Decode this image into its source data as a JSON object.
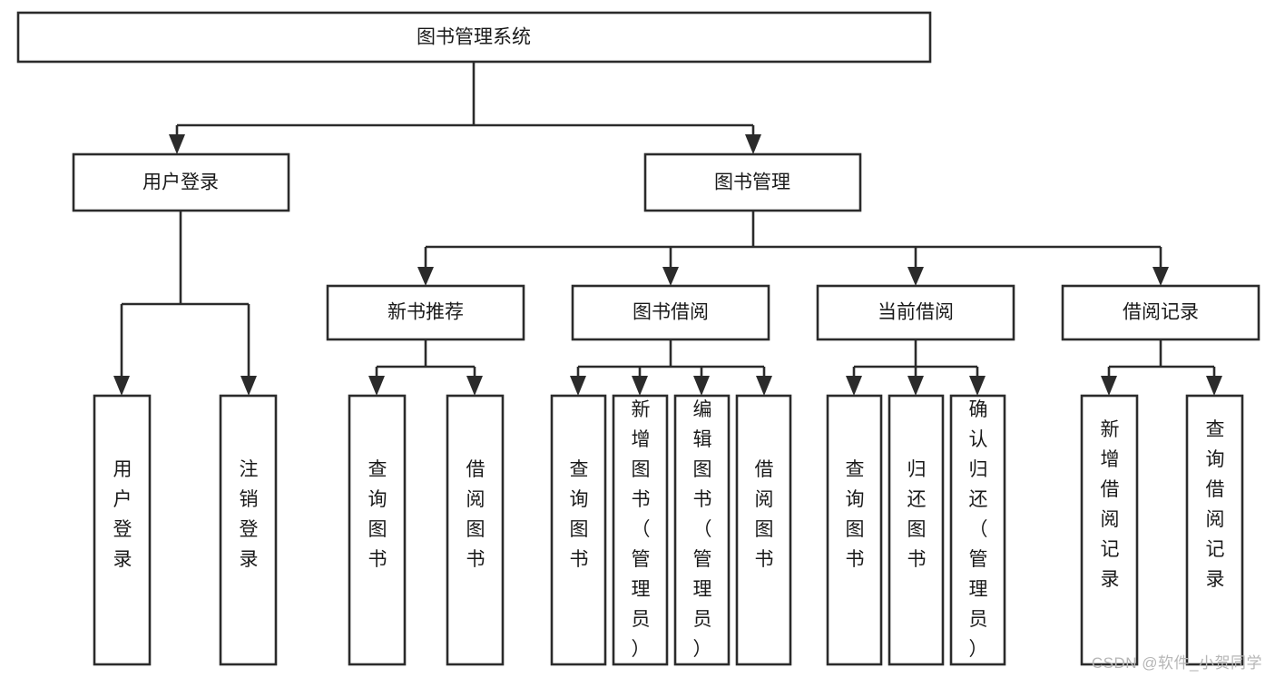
{
  "diagram": {
    "type": "tree-hierarchy-flowchart",
    "title": "图书管理系统",
    "watermark": "CSDN @软件_小贺同学",
    "colors": {
      "background": "#ffffff",
      "box_fill": "#ffffff",
      "box_stroke": "#2b2b2b",
      "text": "#1a1a1a",
      "watermark": "#b6b6b6"
    },
    "levels": [
      {
        "level": 1,
        "nodes": [
          {
            "id": "root",
            "label": "图书管理系统",
            "orientation": "horizontal"
          }
        ]
      },
      {
        "level": 2,
        "nodes": [
          {
            "id": "login",
            "label": "用户登录",
            "orientation": "horizontal",
            "parent": "root"
          },
          {
            "id": "bookmgmt",
            "label": "图书管理",
            "orientation": "horizontal",
            "parent": "root"
          }
        ]
      },
      {
        "level": 3,
        "nodes": [
          {
            "id": "newbook",
            "label": "新书推荐",
            "orientation": "horizontal",
            "parent": "bookmgmt"
          },
          {
            "id": "borrow",
            "label": "图书借阅",
            "orientation": "horizontal",
            "parent": "bookmgmt"
          },
          {
            "id": "current",
            "label": "当前借阅",
            "orientation": "horizontal",
            "parent": "bookmgmt"
          },
          {
            "id": "records",
            "label": "借阅记录",
            "orientation": "horizontal",
            "parent": "bookmgmt"
          }
        ]
      },
      {
        "level": 4,
        "nodes": [
          {
            "id": "leaf-1",
            "label": "用户登录",
            "orientation": "vertical",
            "parent": "login"
          },
          {
            "id": "leaf-2",
            "label": "注销登录",
            "orientation": "vertical",
            "parent": "login"
          },
          {
            "id": "leaf-3",
            "label": "查询图书",
            "orientation": "vertical",
            "parent": "newbook"
          },
          {
            "id": "leaf-4",
            "label": "借阅图书",
            "orientation": "vertical",
            "parent": "newbook"
          },
          {
            "id": "leaf-5",
            "label": "查询图书",
            "orientation": "vertical",
            "parent": "borrow"
          },
          {
            "id": "leaf-6",
            "label": "新增图书（管理员）",
            "orientation": "vertical",
            "parent": "borrow"
          },
          {
            "id": "leaf-7",
            "label": "编辑图书（管理员）",
            "orientation": "vertical",
            "parent": "borrow"
          },
          {
            "id": "leaf-8",
            "label": "借阅图书",
            "orientation": "vertical",
            "parent": "borrow"
          },
          {
            "id": "leaf-9",
            "label": "查询图书",
            "orientation": "vertical",
            "parent": "current"
          },
          {
            "id": "leaf-10",
            "label": "归还图书",
            "orientation": "vertical",
            "parent": "current"
          },
          {
            "id": "leaf-11",
            "label": "确认归还（管理员）",
            "orientation": "vertical",
            "parent": "current"
          },
          {
            "id": "leaf-12",
            "label": "新增借阅记录",
            "orientation": "vertical",
            "parent": "records"
          },
          {
            "id": "leaf-13",
            "label": "查询借阅记录",
            "orientation": "vertical",
            "parent": "records"
          }
        ]
      }
    ]
  }
}
